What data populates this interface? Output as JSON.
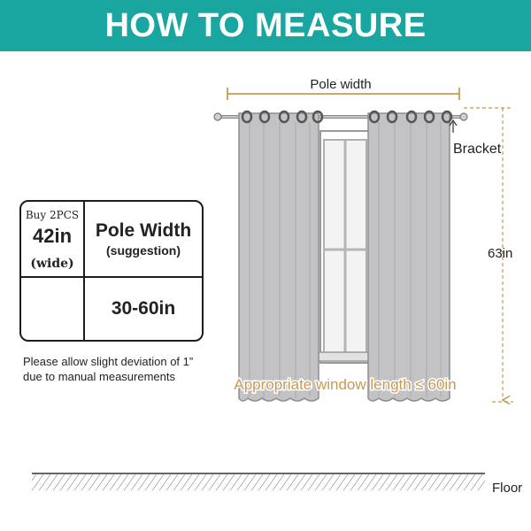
{
  "header": {
    "title": "HOW TO MEASURE"
  },
  "diagram": {
    "pole_width_label": "Pole width",
    "bracket_label": "Bracket",
    "height_label": "63in",
    "window_length_label": "Appropriate window length ≤ 60in",
    "floor_label": "Floor"
  },
  "info": {
    "buy_label": "Buy 2PCS",
    "quantity": "42in",
    "wide_label": "(wide)",
    "pole_width_title": "Pole Width",
    "pole_width_sub": "(suggestion)",
    "pole_width_range": "30-60in"
  },
  "note": {
    "line1": "Please allow slight deviation of 1”",
    "line2": "due to manual measurements"
  },
  "colors": {
    "banner": "#1aa6a0",
    "measure_accent": "#c89a50",
    "curtain": "#c3c3c5",
    "curtain_edge": "#8e8e92"
  }
}
